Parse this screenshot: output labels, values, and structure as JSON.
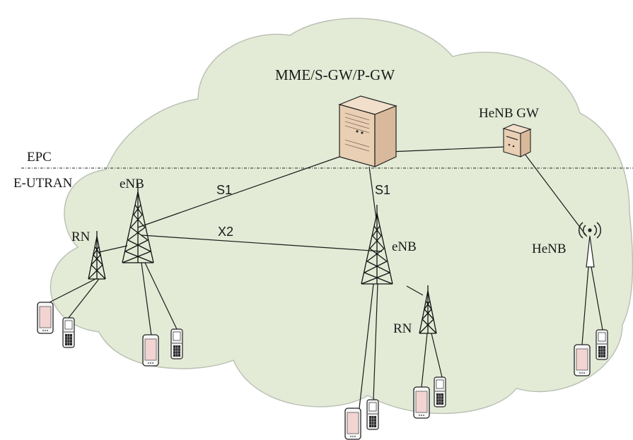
{
  "colors": {
    "cloud_fill": "#e3ebd6",
    "server_fill": "#e9cfb4",
    "phone_screen": "#f2d4d2",
    "line": "#1a1a1a"
  },
  "labels": {
    "core": "MME/S-GW/P-GW",
    "henb_gw": "HeNB GW",
    "epc": "EPC",
    "eutran": "E-UTRAN",
    "enb_left": "eNB",
    "enb_center": "eNB",
    "rn_left": "RN",
    "rn_center": "RN",
    "henb": "HeNB",
    "s1_left": "S1",
    "s1_center": "S1",
    "x2": "X2"
  },
  "icons": {
    "server": "server-icon",
    "tower": "cell-tower-icon",
    "relay": "relay-node-icon",
    "femto": "femtocell-icon",
    "smartphone": "smartphone-icon",
    "flip_phone": "feature-phone-icon"
  }
}
